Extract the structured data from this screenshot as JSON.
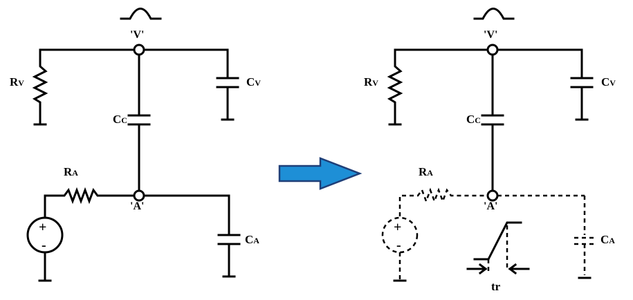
{
  "left_circuit": {
    "node_v_label": "'V'",
    "node_a_label": "'A'",
    "rv": {
      "main": "R",
      "sub": "V"
    },
    "cv": {
      "main": "C",
      "sub": "V"
    },
    "cc": {
      "main": "C",
      "sub": "C"
    },
    "ra": {
      "main": "R",
      "sub": "A"
    },
    "ca": {
      "main": "C",
      "sub": "A"
    },
    "source_plus": "+",
    "source_minus": "-"
  },
  "right_circuit": {
    "node_v_label": "'V'",
    "node_a_label": "'A'",
    "rv": {
      "main": "R",
      "sub": "V"
    },
    "cv": {
      "main": "C",
      "sub": "V"
    },
    "cc": {
      "main": "C",
      "sub": "C"
    },
    "ra": {
      "main": "R",
      "sub": "A"
    },
    "ca": {
      "main": "C",
      "sub": "A"
    },
    "source_plus": "+",
    "source_minus": "-",
    "rise_time_label": "tr"
  },
  "colors": {
    "arrow_fill": "#1e8fd6",
    "arrow_stroke": "#1f3f78",
    "wire": "#000000"
  }
}
